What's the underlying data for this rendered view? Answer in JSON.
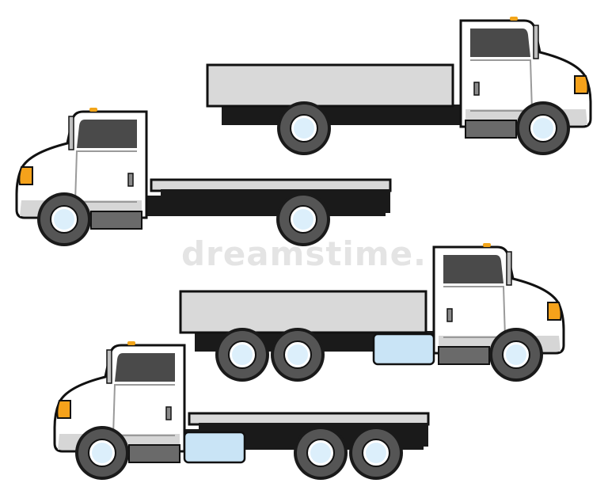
{
  "colors": {
    "outline": "#111111",
    "cab_white": "#ffffff",
    "cab_shade": "#d6d6d6",
    "window": "#4a4a4a",
    "headlight": "#f5a21b",
    "bed_gray": "#d9d9d9",
    "chassis": "#1a1a1a",
    "tire": "#555555",
    "hub": "#dceffb",
    "tank": "#c9e4f6",
    "roof_light": "#f2a51a"
  },
  "watermark": {
    "text": "dreamstime."
  },
  "trucks": [
    {
      "name": "box-bed-truck-right",
      "facing": "right",
      "bed": "box",
      "rear_axles": 1,
      "fuel_tank": false
    },
    {
      "name": "flatbed-truck-left",
      "facing": "left",
      "bed": "flat",
      "rear_axles": 1,
      "fuel_tank": false
    },
    {
      "name": "box-bed-tandem-truck-right",
      "facing": "right",
      "bed": "box",
      "rear_axles": 2,
      "fuel_tank": true
    },
    {
      "name": "flatbed-tandem-truck-left",
      "facing": "left",
      "bed": "flat",
      "rear_axles": 2,
      "fuel_tank": true
    }
  ]
}
